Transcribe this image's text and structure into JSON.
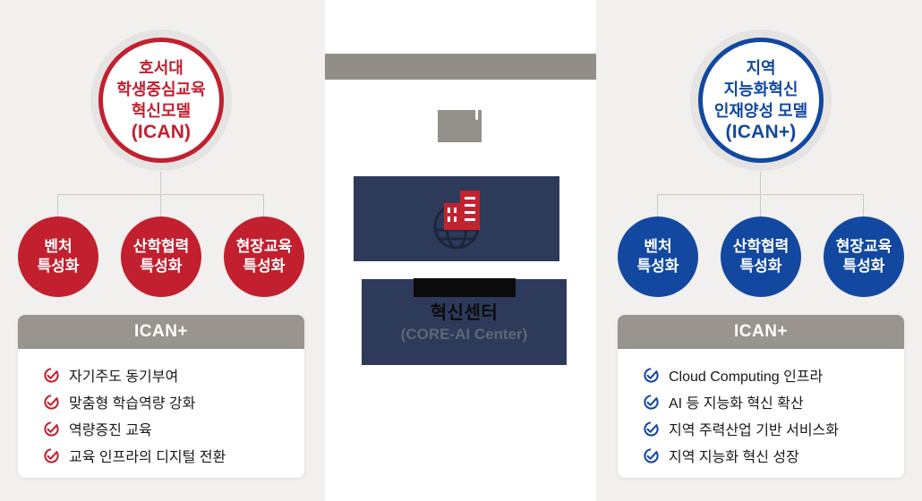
{
  "left_model": {
    "accent": "#c2202f",
    "circle_title_lines": [
      "호서대",
      "학생중심교육",
      "혁신모델",
      "(ICAN)"
    ],
    "sub_circles": [
      {
        "line1": "벤처",
        "line2": "특성화"
      },
      {
        "line1": "산학협력",
        "line2": "특성화"
      },
      {
        "line1": "현장교육",
        "line2": "특성화"
      }
    ],
    "panel": {
      "header": "ICAN+",
      "items": [
        "자기주도 동기부여",
        "맞춤형 학습역량 강화",
        "역량증진 교육",
        "교육 인프라의 디지털 전환"
      ]
    }
  },
  "center": {
    "title_main": "혁신센터",
    "title_sub": "(CORE-AI Center)",
    "icon": "globe-with-buildings-icon"
  },
  "right_model": {
    "accent": "#1248a0",
    "circle_title_lines": [
      "지역",
      "지능화혁신",
      "인재양성 모델",
      "(ICAN+)"
    ],
    "sub_circles": [
      {
        "line1": "벤처",
        "line2": "특성화"
      },
      {
        "line1": "산학협력",
        "line2": "특성화"
      },
      {
        "line1": "현장교육",
        "line2": "특성화"
      }
    ],
    "panel": {
      "header": "ICAN+",
      "items": [
        "Cloud Computing 인프라",
        "AI 등 지능화 혁신 확산",
        "지역 주력산업 기반 서비스화",
        "지역 지능화 혁신 성장"
      ]
    }
  },
  "icons": {
    "list_bullet": "circle-check-icon"
  },
  "colors": {
    "page_background": "#f1f0ee",
    "red_accent": "#c2202f",
    "blue_accent": "#1248a0",
    "navy_box": "#2d3a5a",
    "panel_header_gray": "#9a948e",
    "center_top_bar_gray": "#928d87",
    "obscured_bar_black": "#0b0b0b",
    "connector_line": "#c9c9c9",
    "subtitle_gray": "#5f6775"
  }
}
